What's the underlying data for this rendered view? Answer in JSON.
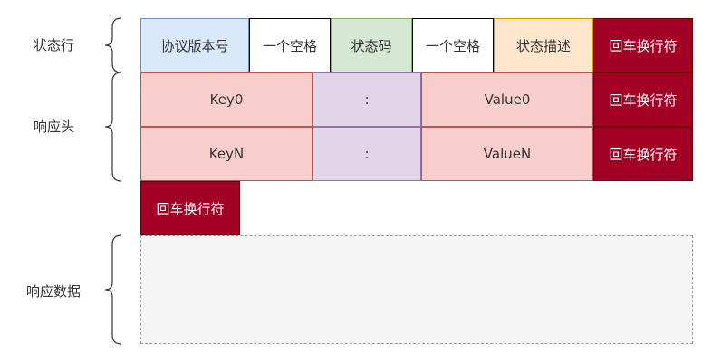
{
  "sections": {
    "status_line": "状态行",
    "response_header": "响应头",
    "response_data": "响应数据"
  },
  "status_line": {
    "protocol_version": "协议版本号",
    "space_1": "一个空格",
    "status_code": "状态码",
    "space_2": "一个空格",
    "status_desc": "状态描述",
    "crlf": "回车换行符"
  },
  "header_rows": [
    {
      "key": "Key0",
      "sep": ":",
      "value": "Value0",
      "crlf": "回车换行符"
    },
    {
      "key": "KeyN",
      "sep": ":",
      "value": "ValueN",
      "crlf": "回车换行符"
    }
  ],
  "blank_line_crlf": "回车换行符",
  "colors": {
    "blue": "#dae8fc",
    "green": "#d5e8d4",
    "orange": "#ffe6cc",
    "dark_red": "#a20025",
    "pink": "#f8cecc",
    "purple": "#e1d5e7",
    "gray": "#f5f5f5"
  }
}
